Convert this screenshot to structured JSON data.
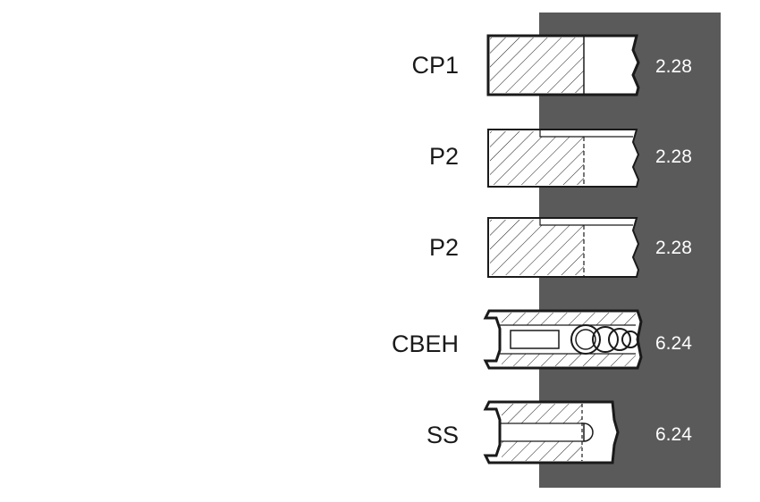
{
  "rings": [
    {
      "code": "CP1",
      "thickness": "2.28"
    },
    {
      "code": "P2",
      "thickness": "2.28"
    },
    {
      "code": "P2",
      "thickness": "2.28"
    },
    {
      "code": "CBEH",
      "thickness": "6.24"
    },
    {
      "code": "SS",
      "thickness": "6.24"
    }
  ],
  "colors": {
    "panel": "#5a5a5a",
    "stroke": "#1a1a1a",
    "ring_fill": "#ffffff"
  }
}
